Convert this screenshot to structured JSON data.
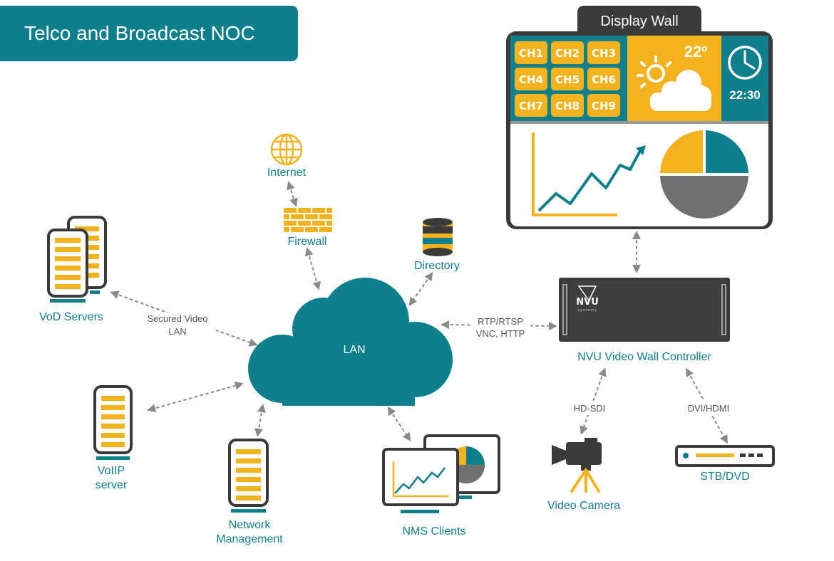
{
  "title": "Telco and Broadcast NOC",
  "display_wall": {
    "label": "Display Wall",
    "channels": [
      "CH1",
      "CH2",
      "CH3",
      "CH4",
      "CH5",
      "CH6",
      "CH7",
      "CH8",
      "CH9"
    ],
    "temperature": "22º",
    "time": "22:30"
  },
  "nodes": {
    "internet": "Internet",
    "firewall": "Firewall",
    "directory": "Directory",
    "lan": "LAN",
    "vod_servers": "VoD Servers",
    "voip_line1": "VoIIP",
    "voip_line2": "server",
    "network_line1": "Network",
    "network_line2": "Management",
    "nms_clients": "NMS Clients",
    "controller": "NVU Video Wall Controller",
    "video_camera": "Video Camera",
    "stb_dvd": "STB/DVD"
  },
  "links": {
    "secured_line1": "Secured Video",
    "secured_line2": "LAN",
    "rtp_line1": "RTP/RTSP",
    "rtp_line2": "VNC, HTTP",
    "hdsdi": "HD-SDI",
    "dvi_hdmi": "DVI/HDMI"
  },
  "colors": {
    "teal": "#0f7f8c",
    "amber": "#f2b31f",
    "dark": "#3a3a3a",
    "grey": "#707070"
  }
}
